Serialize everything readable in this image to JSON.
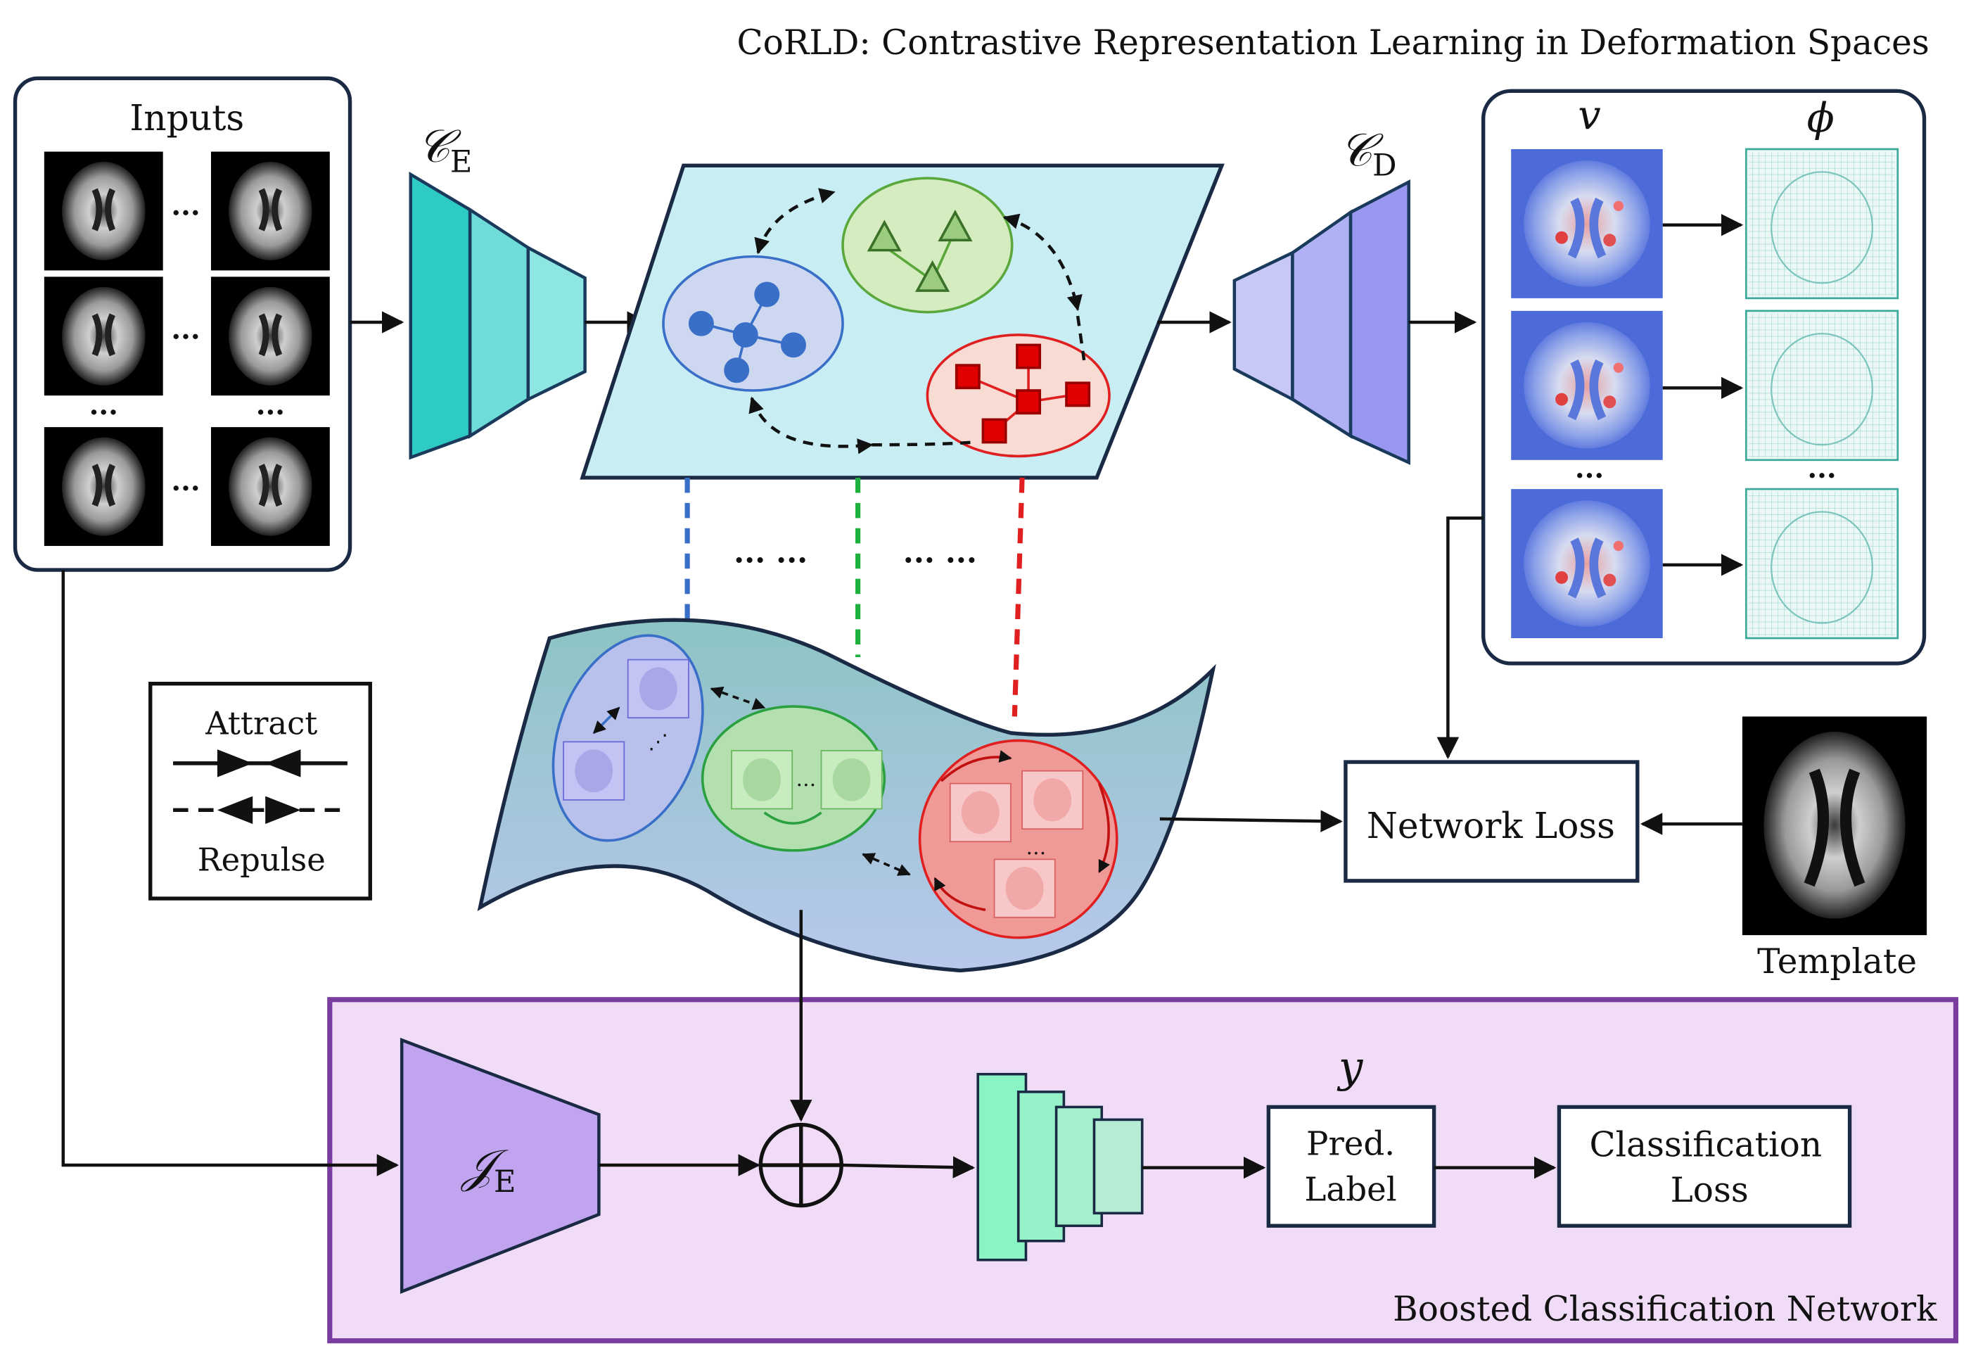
{
  "title": "CoRLD: Contrastive Representation Learning in Deformation Spaces",
  "inputs": {
    "label": "Inputs",
    "ellipsis": "..."
  },
  "encoder_label": {
    "main": "𝒞",
    "sub": "E"
  },
  "decoder_label": {
    "main": "𝒞",
    "sub": "D"
  },
  "latent": {
    "dots_left": "... ...",
    "dots_right": "... ..."
  },
  "fields": {
    "v_label": "v",
    "phi_label": "ϕ",
    "ellipsis": "..."
  },
  "legend": {
    "attract": "Attract",
    "repulse": "Repulse"
  },
  "network_loss": "Network Loss",
  "template": "Template",
  "classifier": {
    "encoder": {
      "main": "𝒥",
      "sub": "E"
    },
    "y_label": "y",
    "pred_line1": "Pred.",
    "pred_line2": "Label",
    "loss_line1": "Classification",
    "loss_line2": "Loss",
    "panel_title": "Boosted Classification Network"
  },
  "colors": {
    "encoder_teal": "#3ad0cc",
    "decoder_purple": "#a8a8f0",
    "latent_bg": "#c8eef4",
    "classifier_bg": "#f0d8f6",
    "classifier_border": "#7a3c9e",
    "blue_cluster": "#3a6fc8",
    "green_cluster": "#5aa83c",
    "red_cluster": "#e02020"
  }
}
